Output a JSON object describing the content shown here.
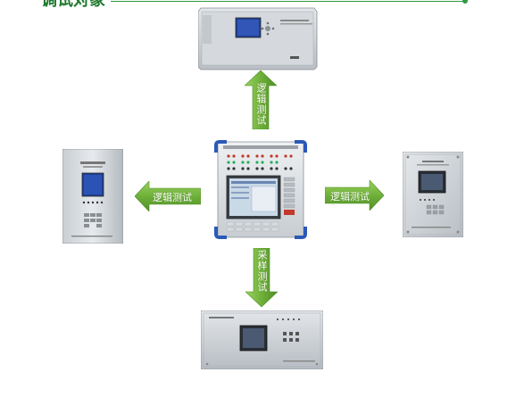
{
  "title": "调试对象",
  "arrows": {
    "top": "逻辑测试",
    "left": "逻辑测试",
    "right": "逻辑测试",
    "bottom": "采样测试"
  },
  "colors": {
    "accent": "#2f9b40",
    "title": "#1f7a2e",
    "arrow_green": "#7fc24a",
    "arrow_green_dark": "#4f9a2a"
  }
}
